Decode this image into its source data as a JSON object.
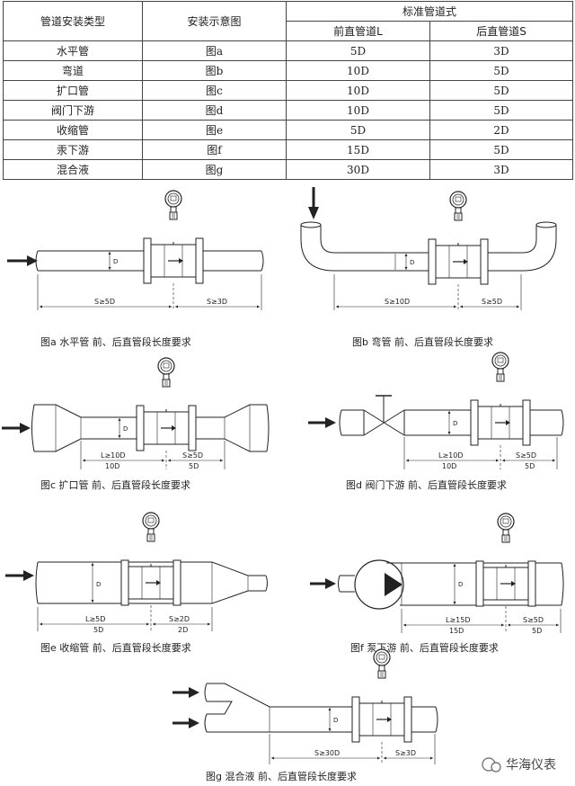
{
  "table": {
    "col_type": "管道安装类型",
    "col_fig": "安装示意图",
    "col_std": "标准管道式",
    "col_front": "前直管道L",
    "col_back": "后直管道S",
    "rows": [
      {
        "type": "水平管",
        "fig": "图a",
        "front": "5D",
        "back": "3D"
      },
      {
        "type": "弯道",
        "fig": "图b",
        "front": "10D",
        "back": "5D"
      },
      {
        "type": "扩口管",
        "fig": "图c",
        "front": "10D",
        "back": "5D"
      },
      {
        "type": "阀门下游",
        "fig": "图d",
        "front": "10D",
        "back": "5D"
      },
      {
        "type": "收缩管",
        "fig": "图e",
        "front": "5D",
        "back": "2D"
      },
      {
        "type": "汞下游",
        "fig": "图f",
        "front": "15D",
        "back": "5D"
      },
      {
        "type": "混合液",
        "fig": "图g",
        "front": "30D",
        "back": "3D"
      }
    ]
  },
  "diameter_label": "D",
  "figures": {
    "a": {
      "caption": "图a  水平管    前、后直管段长度要求",
      "front": "S≥5D",
      "back": "S≥3D"
    },
    "b": {
      "caption": "图b  弯管    前、后直管段长度要求",
      "front": "S≥10D",
      "back": "S≥5D"
    },
    "c": {
      "caption": "图c  扩口管    前、后直管段长度要求",
      "front": "L≥10D",
      "front_min": "10D",
      "back": "S≥5D",
      "back_min": "5D"
    },
    "d": {
      "caption": "图d  阀门下游    前、后直管段长度要求",
      "front": "L≥10D",
      "front_min": "10D",
      "back": "S≥5D",
      "back_min": "5D"
    },
    "e": {
      "caption": "图e  收缩管    前、后直管段长度要求",
      "front": "L≥5D",
      "front_min": "5D",
      "back": "S≥2D",
      "back_min": "2D"
    },
    "f": {
      "caption": "图f  泵下游    前、后直管段长度要求",
      "front": "L≥15D",
      "front_min": "15D",
      "back": "S≥5D",
      "back_min": "5D"
    },
    "g": {
      "caption": "图g  混合液    前、后直管段长度要求",
      "front": "S≥30D",
      "back": "S≥3D"
    }
  },
  "watermark": "华海仪表"
}
